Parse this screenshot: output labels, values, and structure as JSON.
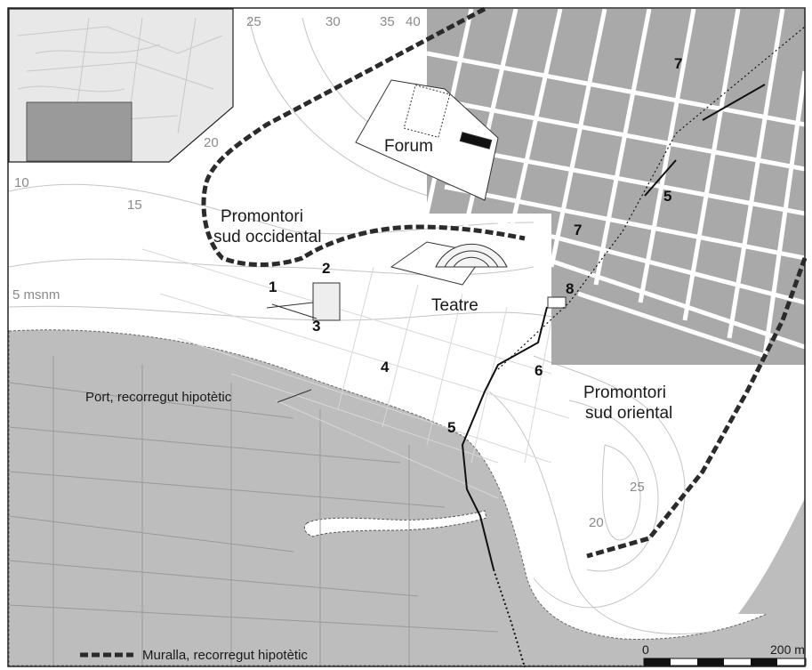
{
  "map": {
    "contour_labels": [
      "25",
      "30",
      "35",
      "40",
      "20",
      "10",
      "15",
      "5 msnm",
      "25",
      "20"
    ],
    "area_labels": {
      "promontori_sw_line1": "Promontori",
      "promontori_sw_line2": "sud occidental",
      "forum": "Forum",
      "teatre": "Teatre",
      "promontori_se_line1": "Promontori",
      "promontori_se_line2": "sud oriental"
    },
    "site_numbers": [
      "1",
      "2",
      "3",
      "4",
      "5",
      "5",
      "6",
      "7",
      "7",
      "8"
    ],
    "port_label": "Port, recorregut hipotètic",
    "legend": {
      "wall_label": "Muralla, recorregut hipotètic"
    },
    "scale_bar": {
      "start_label": "0",
      "end_label": "200 m"
    },
    "colors": {
      "sea": "#bdbdbd",
      "blocks": "#a9a9a9",
      "wall": "#2b2b2b",
      "frame": "#222222",
      "inset_highlight": "#9a9a9a"
    }
  }
}
